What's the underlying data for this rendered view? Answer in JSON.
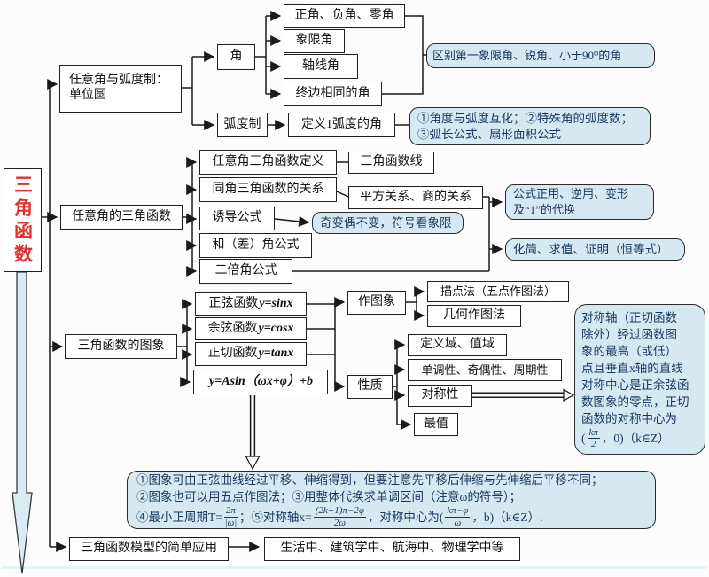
{
  "root": {
    "label": "三角函数"
  },
  "branches": {
    "b1_line1": "任意角与弧度制：",
    "b1_line2": "单位圆",
    "b2": "任意角的三角函数",
    "b3": "三角函数的图象",
    "b4": "三角函数模型的简单应用"
  },
  "angle": {
    "jiao": "角",
    "c1": "正角、负角、零角",
    "c2": "象限角",
    "c3": "轴线角",
    "c4": "终边相同的角",
    "note": "区别第一象限角、锐角、小于90⁰的角"
  },
  "radian": {
    "hudu": "弧度制",
    "def": "定义1弧度的角",
    "note_l1": "①角度与弧度互化；②特殊角的弧度数；",
    "note_l2": "③弧长公式、扇形面积公式"
  },
  "trig": {
    "def": "任意角三角函数定义",
    "line": "三角函数线",
    "same_angle": "同角三角函数的关系",
    "square": "平方关系、商的关系",
    "induce": "诱导公式",
    "induce_note": "奇变偶不变，符号看象限",
    "sum_diff": "和（差）角公式",
    "double_angle": "二倍角公式",
    "formula_note_l1": "公式正用、逆用、变形",
    "formula_note_l2": "及“1”的代换",
    "simplify_note": "化简、求值、证明（恒等式）"
  },
  "graph": {
    "sin_cn": "正弦函数",
    "sin_f": "y=sinx",
    "cos_cn": "余弦函数",
    "cos_f": "y=cosx",
    "tan_cn": "正切函数",
    "tan_f": "y=tanx",
    "asin_f": "y=Asin（ωx+φ）+b",
    "draw": "作图象",
    "draw_point": "描点法（五点作图法）",
    "draw_geo": "几何作图法",
    "props": "性质",
    "domain": "定义域、值域",
    "mono": "单调性、奇偶性、周期性",
    "symmetry": "对称性",
    "max": "最值"
  },
  "sym_note": {
    "l1": "对称轴（正切函数",
    "l2": "除外）经过函数图",
    "l3": "象的最高（或低）",
    "l4": "点且垂直x轴的直线",
    "l5": "对称中心是正余弦函",
    "l6": "数图象的零点，正切",
    "l7": "函数的对称中心为",
    "f_pre": "(",
    "f_num": "kπ",
    "f_den": "2",
    "f_post": "，0)（k∈Z）"
  },
  "bottom_note": {
    "l1": "①图象可由正弦曲线经过平移、伸缩得到，但要注意先平移后伸缩与先伸缩后平移不同；",
    "l2": "②图象也可以用五点作图法；③用整体代换求单调区间（注意ω的符号）；",
    "l3p1": "④最小正周期T=",
    "l3f1n": "2π",
    "l3f1d": "|ω|",
    "l3p2": "；⑤对称轴x=",
    "l3f2n": "(2k+1)π−2φ",
    "l3f2d": "2ω",
    "l3p3": "，对称中心为(",
    "l3f3n": "kπ−φ",
    "l3f3d": "ω",
    "l3p4": "，b)（k∈Z）."
  },
  "apps": {
    "label": "生活中、建筑学中、航海中、物理学中等"
  },
  "colors": {
    "note_fill": "#d6e9f2",
    "note_text": "#17375e",
    "line": "#1a1a1a",
    "title_red": "#e0312e",
    "big_arrow_fill": "#d9ecf3",
    "background": "#fcfcfc"
  }
}
